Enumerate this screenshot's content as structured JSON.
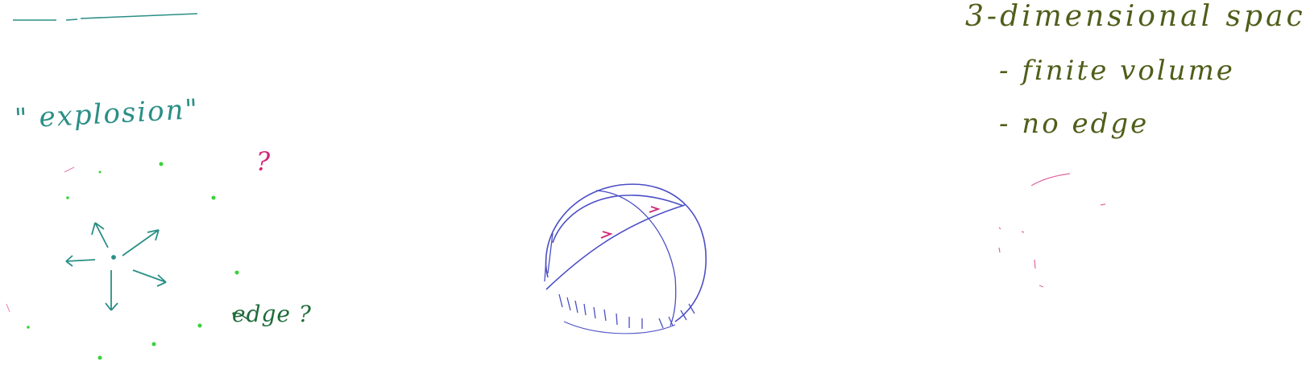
{
  "notes": {
    "explosion": "\" explosion\"",
    "question": "?",
    "edge_label": "edge ?",
    "title": "3-dimensional spac",
    "item_finite": "- finite volume",
    "item_no_edge": "- no edge"
  },
  "colors": {
    "teal_ink": "#2a8f86",
    "olive_ink": "#4f5e1a",
    "pink_ink": "#d2287a",
    "blue_ink": "#4b4fc4",
    "green_dot": "#39d23a"
  },
  "icons": {
    "explosion_arrows": "arrows-radiating-icon",
    "sphere": "sphere-sketch-icon",
    "edge_pointer": "corner-arrow-icon"
  }
}
